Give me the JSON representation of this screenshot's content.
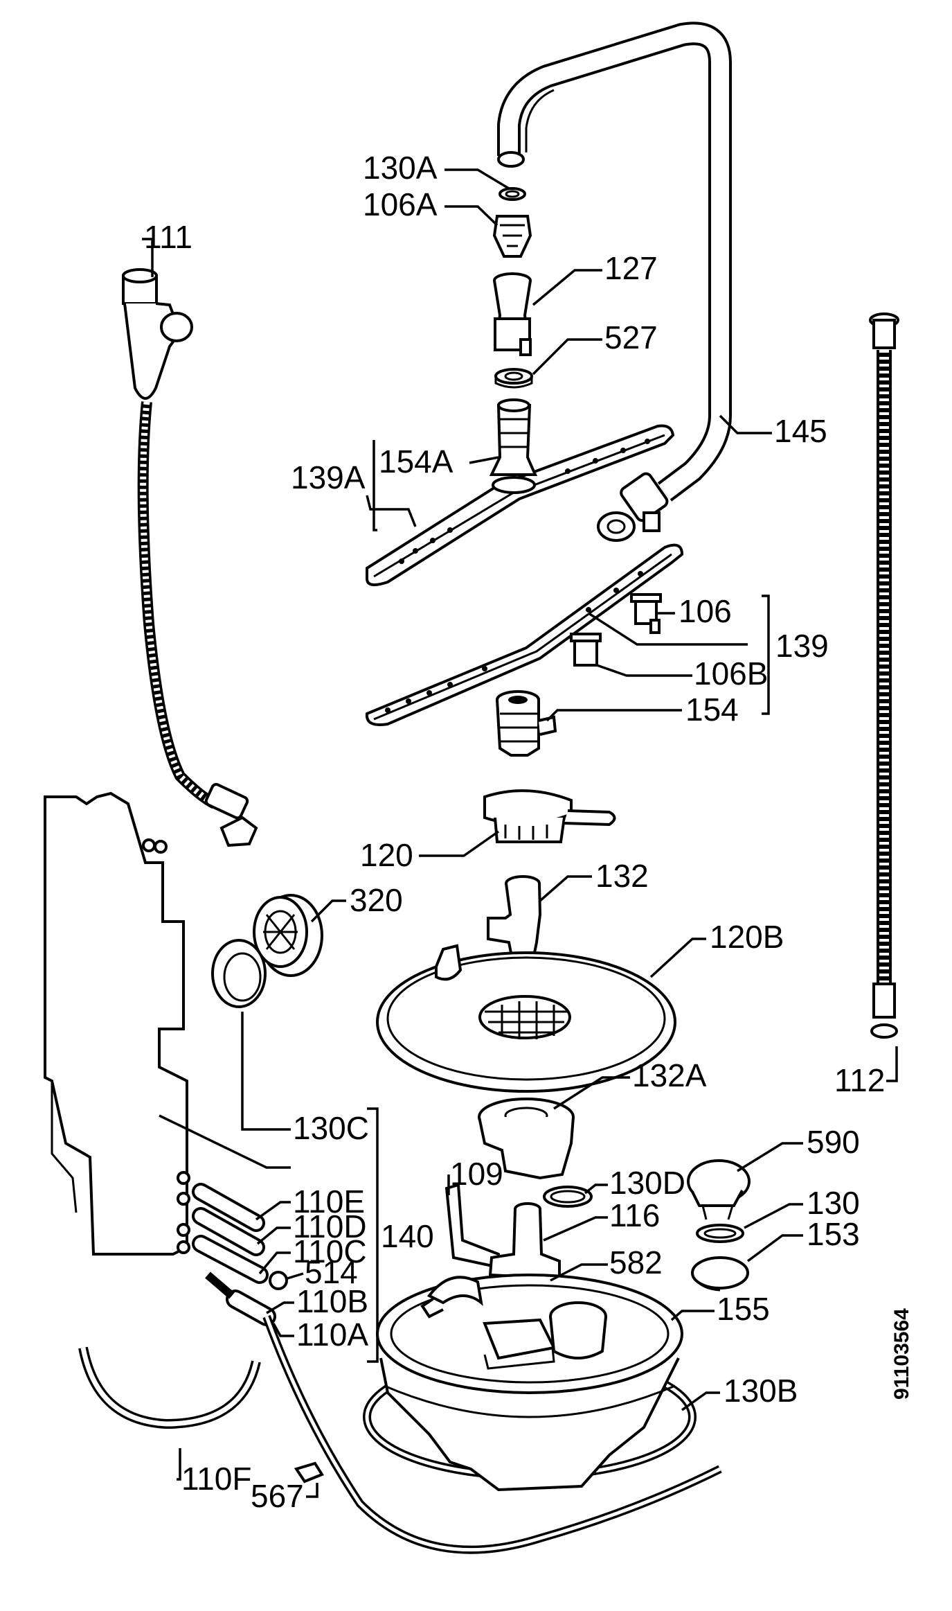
{
  "document_id": "91103564",
  "labels": {
    "p130A": "130A",
    "p106A": "106A",
    "p111": "111",
    "p127": "127",
    "p527": "527",
    "p145": "145",
    "p154A": "154A",
    "p139A": "139A",
    "p106": "106",
    "p139": "139",
    "p106B": "106B",
    "p154": "154",
    "p112": "112",
    "p120": "120",
    "p132": "132",
    "p320": "320",
    "p120B": "120B",
    "p132A": "132A",
    "p130C": "130C",
    "p590": "590",
    "p109": "109",
    "p130D": "130D",
    "p110E": "110E",
    "p130": "130",
    "p116": "116",
    "p110D": "110D",
    "p153": "153",
    "p110C": "110C",
    "p140": "140",
    "p514": "514",
    "p582": "582",
    "p110B": "110B",
    "p155": "155",
    "p110A": "110A",
    "p130B": "130B",
    "p110F": "110F",
    "p567": "567"
  }
}
